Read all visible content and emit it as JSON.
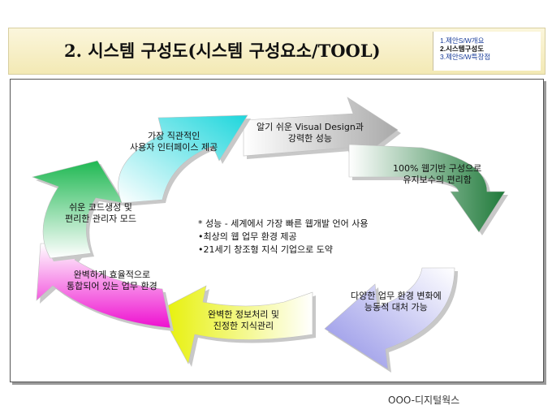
{
  "header": {
    "title": "2. 시스템 구성도(시스템 구성요소/TOOL)",
    "nav": [
      "1.제안S/W개요",
      "2.시스템구성도",
      "3.제안S/W특장점"
    ]
  },
  "diagram": {
    "segments": [
      {
        "line1": "알기 쉬운 Visual Design과",
        "line2": "강력한 성능",
        "color": "#a9a9a9"
      },
      {
        "line1": "100% 웹기반 구성으로",
        "line2": "유지보수의 편리함",
        "color": "#1f7a3a"
      },
      {
        "line1": "다양한 업무 환경 변화에",
        "line2": "능동적 대처 가능",
        "color": "#8f8fe6"
      },
      {
        "line1": "완벽한 정보처리 및",
        "line2": "진정한 지식관리",
        "color": "#e6f000"
      },
      {
        "line1": "완벽하게 효율적으로",
        "line2": "통합되어 있는 업무 환경",
        "color": "#ee10d0"
      },
      {
        "line1": "쉬운 코드생성 및",
        "line2": "편리한 관리자 모드",
        "color": "#1fb852"
      },
      {
        "line1": "가장 직관적인",
        "line2": "사용자 인터페이스 제공",
        "color": "#1ed6dc"
      }
    ],
    "center": [
      "* 성능 - 세계에서 가장 빠른 웹개발 언어 사용",
      "•최상의 웹 업무 환경 제공",
      "•21세기  창조형 지식 기업으로 도약"
    ]
  },
  "footer": {
    "company": "OOO-디지털웍스"
  }
}
